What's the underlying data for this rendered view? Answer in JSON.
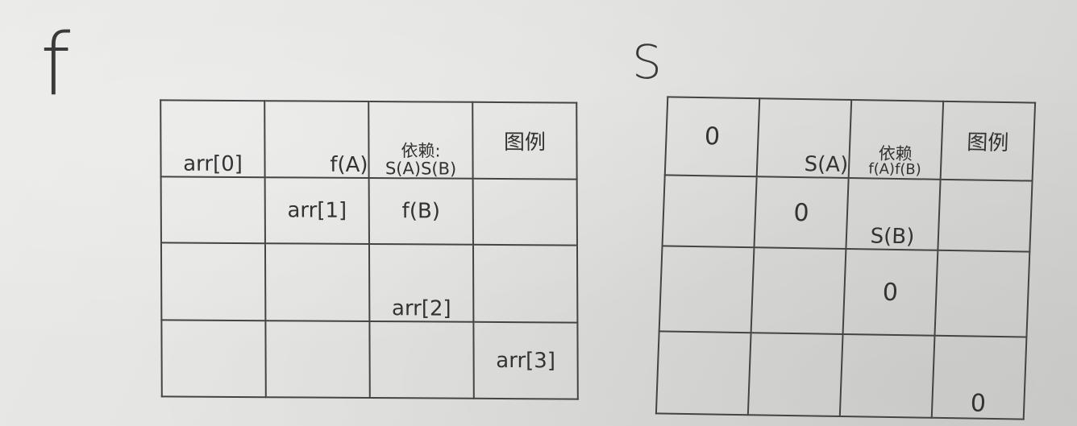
{
  "f_table": {
    "title": "f",
    "header": {
      "c1": "arr[0]",
      "c2": "f(A)",
      "c3_top": "依赖:",
      "c3_bottom": "S(A)S(B)",
      "c4": "图例"
    },
    "row1": {
      "c2": "arr[1]",
      "c3": "f(B)"
    },
    "row2": {
      "c3": "arr[2]"
    },
    "row3": {
      "c4": "arr[3]"
    }
  },
  "s_table": {
    "title": "S",
    "header": {
      "c1": "0",
      "c2": "S(A)",
      "c3_top": "依赖",
      "c3_bottom": "f(A)f(B)",
      "c4": "图例"
    },
    "row1": {
      "c2": "0",
      "c3": "S(B)"
    },
    "row2": {
      "c3": "0"
    },
    "row3": {
      "c4": "0"
    }
  }
}
